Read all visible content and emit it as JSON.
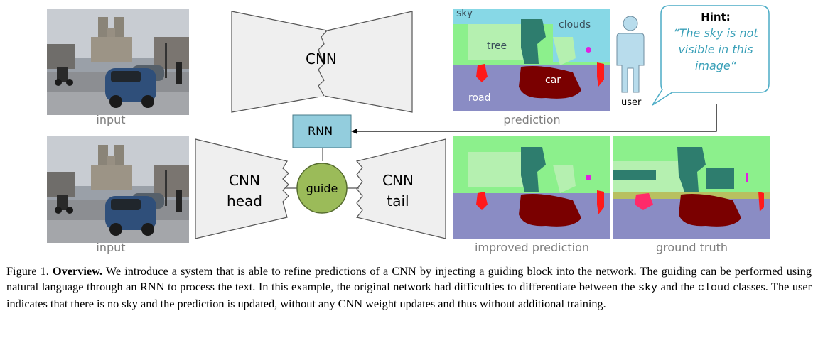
{
  "labels": {
    "input_top": "input",
    "input_bottom": "input",
    "prediction": "prediction",
    "improved_prediction": "improved prediction",
    "ground_truth": "ground truth"
  },
  "diagram": {
    "cnn": "CNN",
    "rnn": "RNN",
    "cnn_head_line1": "CNN",
    "cnn_head_line2": "head",
    "cnn_tail_line1": "CNN",
    "cnn_tail_line2": "tail",
    "guide": "guide",
    "user": "user",
    "hint_title": "Hint:",
    "hint_line1": "“The sky is not",
    "hint_line2": "visible in this",
    "hint_line3": "image“"
  },
  "segmentation_labels": {
    "sky": "sky",
    "clouds": "clouds",
    "tree": "tree",
    "car": "car",
    "road": "road"
  },
  "colors": {
    "sky": "#87d8e6",
    "clouds": "#8cf08c",
    "tree_light": "#b5f0b0",
    "tree_dark": "#2e7d6e",
    "road": "#8a8cc4",
    "car": "#7a0000",
    "person": "#ff1a1a",
    "guide": "#9bbb59",
    "rnn": "#93cddd",
    "hint_border": "#4bacc6",
    "user": "#b8dcec"
  },
  "caption": {
    "figure_label": "Figure 1.",
    "title": "Overview.",
    "text1": " We introduce a system that is able to refine predictions of a CNN by injecting a guiding block into the network. The guiding can be performed using natural language through an RNN to process the text. In this example, the original network had difficulties to differentiate between the ",
    "code1": "sky",
    "text2": " and the ",
    "code2": "cloud",
    "text3": " classes. The user indicates that there is no sky and the prediction is updated, without any CNN weight updates and thus without additional training."
  }
}
